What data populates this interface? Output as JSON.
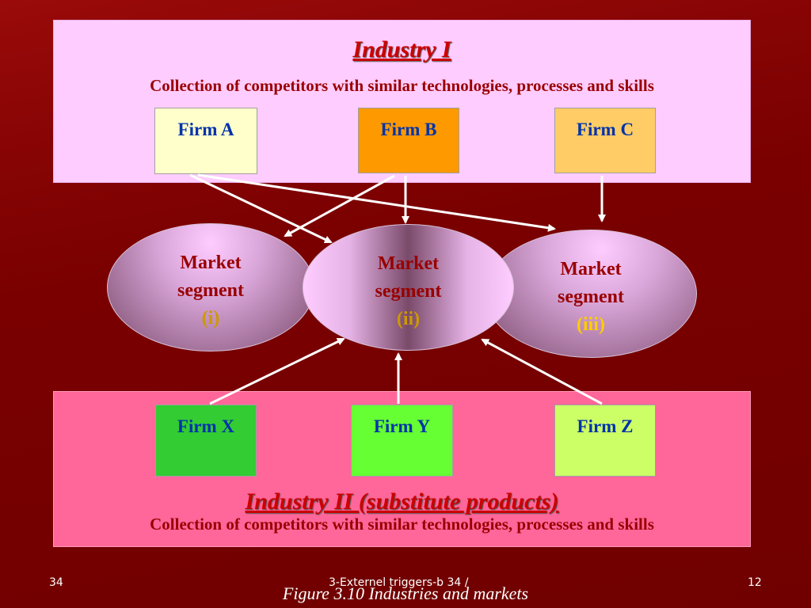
{
  "industry_top": {
    "title": "Industry I",
    "description": "Collection of competitors with similar technologies, processes and skills",
    "firms": [
      {
        "label": "Firm A",
        "color": "#ffffcc"
      },
      {
        "label": "Firm B",
        "color": "#ff9900"
      },
      {
        "label": "Firm C",
        "color": "#ffcc66"
      }
    ]
  },
  "segments": [
    {
      "line1": "Market",
      "line2": "segment",
      "sub": "(i)"
    },
    {
      "line1": "Market",
      "line2": "segment",
      "sub": "(ii)"
    },
    {
      "line1": "Market",
      "line2": "segment",
      "sub": "(iii)"
    }
  ],
  "industry_bottom": {
    "title": "Industry II (substitute products)",
    "description": "Collection of competitors with similar technologies, processes and skills",
    "firms": [
      {
        "label": "Firm X",
        "color": "#33cc33"
      },
      {
        "label": "Firm Y",
        "color": "#66ff33"
      },
      {
        "label": "Firm Z",
        "color": "#ccff66"
      }
    ]
  },
  "footer": {
    "left": "34",
    "center": "3-Externel triggers-b  34 /",
    "right": "12"
  },
  "caption": "Figure 3.10 Industries and markets",
  "colors": {
    "background": "#7a0000",
    "top_panel": "#ffccff",
    "bottom_panel": "#ff6699",
    "title_red": "#cc0000",
    "firm_text": "#0033aa",
    "arrow": "#ffffff"
  }
}
